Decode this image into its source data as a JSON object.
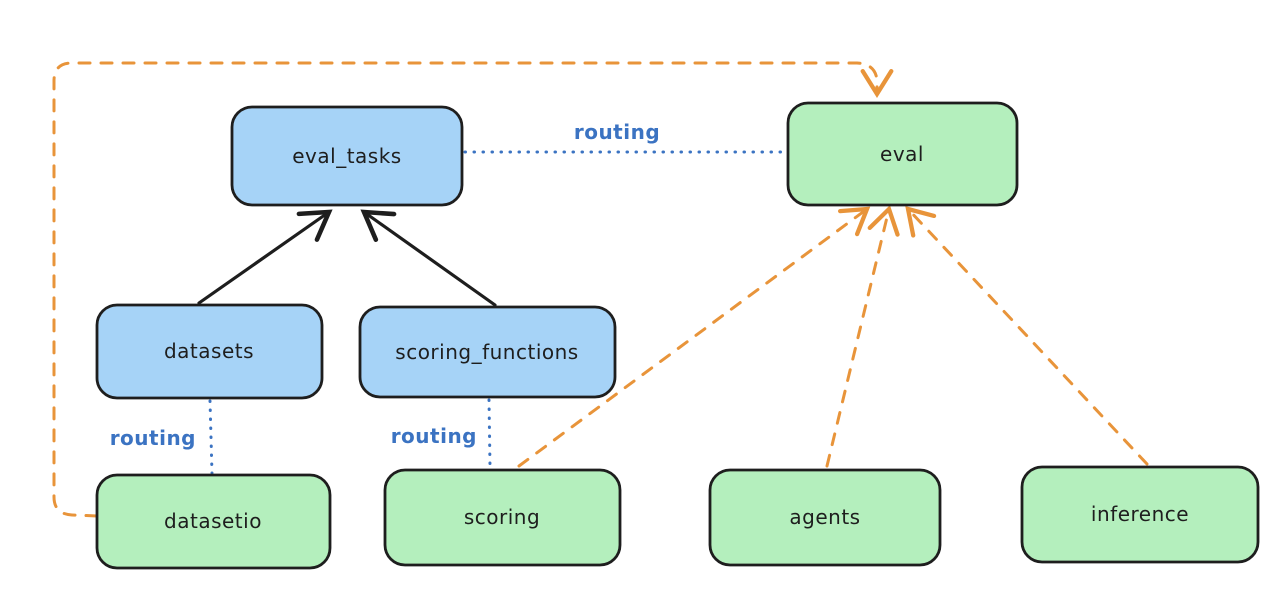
{
  "diagram": {
    "nodes": {
      "eval_tasks": {
        "label": "eval_tasks",
        "kind": "resource"
      },
      "eval": {
        "label": "eval",
        "kind": "api"
      },
      "datasets": {
        "label": "datasets",
        "kind": "resource"
      },
      "scoring_functions": {
        "label": "scoring_functions",
        "kind": "resource"
      },
      "datasetio": {
        "label": "datasetio",
        "kind": "api"
      },
      "scoring": {
        "label": "scoring",
        "kind": "api"
      },
      "agents": {
        "label": "agents",
        "kind": "api"
      },
      "inference": {
        "label": "inference",
        "kind": "api"
      }
    },
    "edge_labels": {
      "routing_eval_tasks_eval": "routing",
      "routing_datasets_datasetio": "routing",
      "routing_scoring_functions_scoring": "routing"
    },
    "edges": [
      {
        "from": "datasets",
        "to": "eval_tasks",
        "style": "solid-arrow",
        "color": "black"
      },
      {
        "from": "scoring_functions",
        "to": "eval_tasks",
        "style": "solid-arrow",
        "color": "black"
      },
      {
        "from": "eval_tasks",
        "to": "eval",
        "style": "dotted",
        "color": "blue",
        "label": "routing"
      },
      {
        "from": "datasets",
        "to": "datasetio",
        "style": "dotted",
        "color": "blue",
        "label": "routing"
      },
      {
        "from": "scoring_functions",
        "to": "scoring",
        "style": "dotted",
        "color": "blue",
        "label": "routing"
      },
      {
        "from": "datasetio",
        "to": "eval",
        "style": "dashed-arrow",
        "color": "orange"
      },
      {
        "from": "scoring",
        "to": "eval",
        "style": "dashed-arrow",
        "color": "orange"
      },
      {
        "from": "agents",
        "to": "eval",
        "style": "dashed-arrow",
        "color": "orange"
      },
      {
        "from": "inference",
        "to": "eval",
        "style": "dashed-arrow",
        "color": "orange"
      }
    ],
    "colors": {
      "resource_fill": "#a6d3f7",
      "api_fill": "#b4efbd",
      "node_stroke": "#1e1e1e",
      "routing_blue": "#3b73c2",
      "dashed_orange": "#e8943a",
      "arrow_black": "#1e1e1e",
      "background": "#ffffff"
    }
  }
}
